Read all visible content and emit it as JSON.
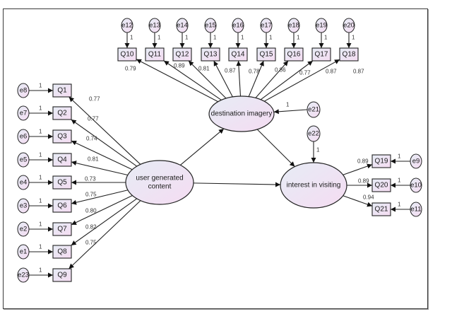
{
  "diagram": {
    "type": "sem-path-diagram",
    "latents": [
      {
        "id": "ugc",
        "label_lines": [
          "user generated",
          "content"
        ]
      },
      {
        "id": "di",
        "label_lines": [
          "destination imagery"
        ]
      },
      {
        "id": "iv",
        "label_lines": [
          "interest in visiting"
        ]
      }
    ],
    "indicators": [
      {
        "id": "Q1",
        "latent": "ugc",
        "loading": "0.77",
        "error": "e8",
        "error_weight": "1"
      },
      {
        "id": "Q2",
        "latent": "ugc",
        "loading": "0.77",
        "error": "e7",
        "error_weight": "1"
      },
      {
        "id": "Q3",
        "latent": "ugc",
        "loading": "0.74",
        "error": "e6",
        "error_weight": "1"
      },
      {
        "id": "Q4",
        "latent": "ugc",
        "loading": "0.81",
        "error": "e5",
        "error_weight": "1"
      },
      {
        "id": "Q5",
        "latent": "ugc",
        "loading": "0.73",
        "error": "e4",
        "error_weight": "1"
      },
      {
        "id": "Q6",
        "latent": "ugc",
        "loading": "0.75",
        "error": "e3",
        "error_weight": "1"
      },
      {
        "id": "Q7",
        "latent": "ugc",
        "loading": "0.80",
        "error": "e2",
        "error_weight": "1"
      },
      {
        "id": "Q8",
        "latent": "ugc",
        "loading": "0.82",
        "error": "e1",
        "error_weight": "1"
      },
      {
        "id": "Q9",
        "latent": "ugc",
        "loading": "0.75",
        "error": "e23",
        "error_weight": "1"
      },
      {
        "id": "Q10",
        "latent": "di",
        "loading": "0.79",
        "error": "e12",
        "error_weight": "1"
      },
      {
        "id": "Q11",
        "latent": "di",
        "loading": "0.89",
        "error": "e13",
        "error_weight": "1"
      },
      {
        "id": "Q12",
        "latent": "di",
        "loading": "0.81",
        "error": "e14",
        "error_weight": "1"
      },
      {
        "id": "Q13",
        "latent": "di",
        "loading": "0.87",
        "error": "e15",
        "error_weight": "1"
      },
      {
        "id": "Q14",
        "latent": "di",
        "loading": "0.78",
        "error": "e16",
        "error_weight": "1"
      },
      {
        "id": "Q15",
        "latent": "di",
        "loading": "0.86",
        "error": "e17",
        "error_weight": "1"
      },
      {
        "id": "Q16",
        "latent": "di",
        "loading": "0.77",
        "error": "e18",
        "error_weight": "1"
      },
      {
        "id": "Q17",
        "latent": "di",
        "loading": "0.87",
        "error": "e19",
        "error_weight": "1"
      },
      {
        "id": "Q18",
        "latent": "di",
        "loading": "0.87",
        "error": "e20",
        "error_weight": "1"
      },
      {
        "id": "Q19",
        "latent": "iv",
        "loading": "0.89",
        "error": "e9",
        "error_weight": "1"
      },
      {
        "id": "Q20",
        "latent": "iv",
        "loading": "0.89",
        "error": "e10",
        "error_weight": "1"
      },
      {
        "id": "Q21",
        "latent": "iv",
        "loading": "0.94",
        "error": "e11",
        "error_weight": "1"
      }
    ],
    "structural_paths": [
      {
        "from": "ugc",
        "to": "di"
      },
      {
        "from": "ugc",
        "to": "iv"
      },
      {
        "from": "di",
        "to": "iv"
      }
    ],
    "disturbances": [
      {
        "id": "e21",
        "latent": "di",
        "weight": "1"
      },
      {
        "id": "e22",
        "latent": "iv",
        "weight": "1"
      }
    ],
    "colors": {
      "node_fill_start": "#e6ecf5",
      "node_fill_end": "#f5dcf2",
      "stroke": "#222222",
      "label": "#333333"
    }
  }
}
